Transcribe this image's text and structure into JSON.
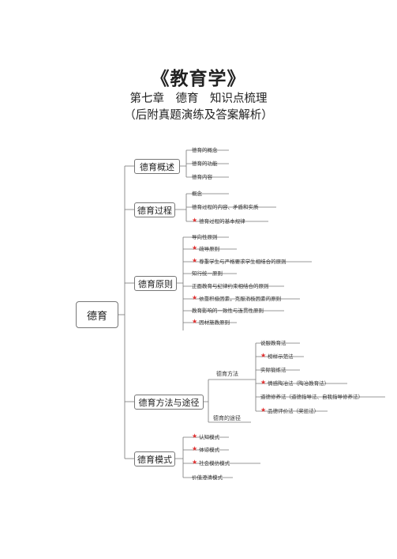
{
  "header": {
    "title": "《教育学》",
    "subtitle": "第七章　德育　知识点梳理",
    "subtitle2": "（后附真题演练及答案解析）"
  },
  "mindmap": {
    "root": "德育",
    "branches": [
      {
        "label": "德育概述",
        "items": [
          {
            "text": "德育的概念",
            "star": false
          },
          {
            "text": "德育的功能",
            "star": false
          },
          {
            "text": "德育内容",
            "star": false
          }
        ]
      },
      {
        "label": "德育过程",
        "items": [
          {
            "text": "概念",
            "star": false
          },
          {
            "text": "德育过程的内容、矛盾和实质",
            "star": false
          },
          {
            "text": "德育过程的基本规律",
            "star": true
          }
        ]
      },
      {
        "label": "德育原则",
        "items": [
          {
            "text": "导向性原则",
            "star": false
          },
          {
            "text": "疏导原则",
            "star": true
          },
          {
            "text": "尊重学生与严格要求学生相结合的原则",
            "star": true
          },
          {
            "text": "知行统一原则",
            "star": false
          },
          {
            "text": "正面教育与纪律约束相结合的原则",
            "star": false
          },
          {
            "text": "依靠积极因素，克服消极因素的原则",
            "star": true
          },
          {
            "text": "教育影响的一致性与连贯性原则",
            "star": false
          },
          {
            "text": "因材施教原则",
            "star": true
          }
        ]
      },
      {
        "label": "德育方法与途径",
        "sub": [
          {
            "label": "德育方法",
            "items": [
              {
                "text": "说服教育法",
                "star": false
              },
              {
                "text": "榜样示范法",
                "star": true
              },
              {
                "text": "实际锻炼法",
                "star": false
              },
              {
                "text": "情感陶冶法（陶冶教育法）",
                "star": true
              },
              {
                "text": "道德修养法（道德指导法、自我指导修养法）",
                "star": false
              },
              {
                "text": "品德评价法（奖惩法）",
                "star": true
              }
            ]
          },
          {
            "label": "德育的途径",
            "items": []
          }
        ]
      },
      {
        "label": "德育模式",
        "items": [
          {
            "text": "认知模式",
            "star": true
          },
          {
            "text": "体谅模式",
            "star": true
          },
          {
            "text": "社会模仿模式",
            "star": true
          },
          {
            "text": "价值澄清模式",
            "star": false
          }
        ]
      }
    ]
  }
}
